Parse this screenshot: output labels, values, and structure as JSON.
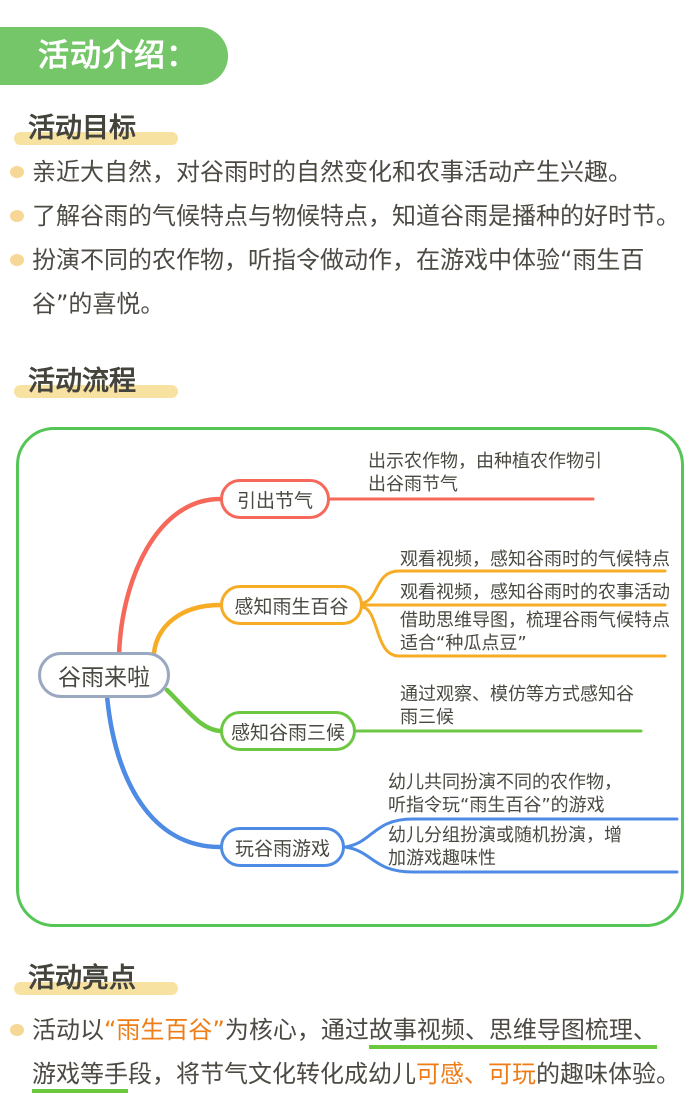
{
  "banner": {
    "label": "活动介绍："
  },
  "sections": {
    "goals": {
      "heading": "活动目标",
      "bullets": [
        "亲近大自然，对谷雨时的自然变化和农事活动产生兴趣。",
        "了解谷雨的气候特点与物候特点，知道谷雨是播种的好时节。",
        "扮演不同的农作物，听指令做动作，在游戏中体验“雨生百\n谷”的喜悦。"
      ]
    },
    "flow": {
      "heading": "活动流程",
      "mindmap": {
        "root": "谷雨来啦",
        "branches": [
          {
            "label": "引出节气",
            "color": "#f5685a",
            "leaves": [
              "出示农作物，由种植农作物引\n出谷雨节气"
            ]
          },
          {
            "label": "感知雨生百谷",
            "color": "#f6ac25",
            "leaves": [
              "观看视频，感知谷雨时的气候特点",
              "观看视频，感知谷雨时的农事活动",
              "借助思维导图，梳理谷雨气候特点\n适合“种瓜点豆”"
            ]
          },
          {
            "label": "感知谷雨三候",
            "color": "#6cc743",
            "leaves": [
              "通过观察、模仿等方式感知谷\n雨三候"
            ]
          },
          {
            "label": "玩谷雨游戏",
            "color": "#4d8be4",
            "leaves": [
              "幼儿共同扮演不同的农作物，\n听指令玩“雨生百谷”的游戏",
              "幼儿分组扮演或随机扮演，增\n加游戏趣味性"
            ]
          }
        ]
      }
    },
    "highlights": {
      "heading": "活动亮点",
      "paragraph": [
        {
          "text": "活动以",
          "style": "plain"
        },
        {
          "text": "“雨生百谷”",
          "style": "orange"
        },
        {
          "text": "为核心，通过",
          "style": "plain"
        },
        {
          "text": "故事视频、思维导图梳理、",
          "style": "underline"
        },
        {
          "text": "\n",
          "style": "plain"
        },
        {
          "text": "游戏等手",
          "style": "underline"
        },
        {
          "text": "段，将节气文化转化成幼儿",
          "style": "plain"
        },
        {
          "text": "可感、可玩",
          "style": "orange"
        },
        {
          "text": "的趣味体验。",
          "style": "plain"
        }
      ]
    }
  },
  "colors": {
    "banner_green": "#74c669",
    "map_border_green": "#55c556",
    "root_node_border": "#9aa8c0",
    "branch_red": "#f5685a",
    "branch_yellow": "#f6ac25",
    "branch_green": "#6cc743",
    "branch_blue": "#4d8be4",
    "heading_highlight": "#f8e2a2",
    "bullet_dot": "#f7d795",
    "orange_text": "#ef7d17",
    "underline_green": "#6cc83c",
    "body_text": "#4c4a43"
  }
}
